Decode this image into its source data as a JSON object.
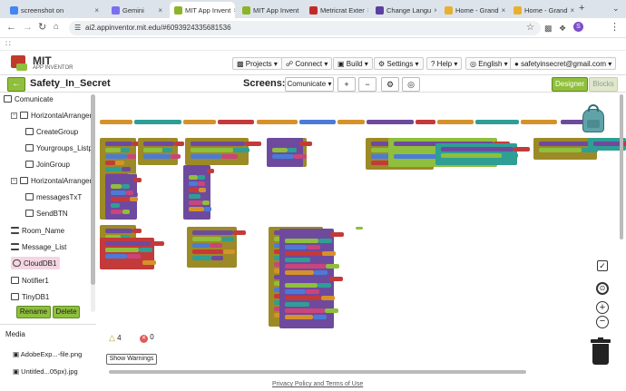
{
  "browser": {
    "tabs": [
      {
        "label": "screenshot on",
        "icon": "google-icon",
        "color": "#4285f4"
      },
      {
        "label": "Gemini",
        "icon": "gemini-icon",
        "color": "#7a6ff0"
      },
      {
        "label": "MIT App Invent",
        "icon": "mit-icon",
        "color": "#8bb42a"
      },
      {
        "label": "MIT App Invent",
        "icon": "mit-icon",
        "color": "#8bb42a"
      },
      {
        "label": "Metricrat Exter",
        "icon": "metricrat-icon",
        "color": "#c22a2a"
      },
      {
        "label": "Change Langu",
        "icon": "discourse-icon",
        "color": "#5b3fa0"
      },
      {
        "label": "Home - Grand",
        "icon": "home-icon",
        "color": "#e8b030"
      },
      {
        "label": "Home - Grand",
        "icon": "home-icon",
        "color": "#e8b030"
      }
    ],
    "url": "ai2.appinventor.mit.edu/#6093924335681536",
    "profile_initial": "S"
  },
  "header": {
    "logo_text": "MIT",
    "logo_sub": "APP INVENTOR",
    "menus": [
      "Projects",
      "Connect",
      "Build",
      "Settings",
      "Help",
      "English",
      "safetyinsecret@gmail.com"
    ]
  },
  "subheader": {
    "project_name": "Safety_In_Secret",
    "screens_label": "Screens:",
    "screen_selected": "Comunicate",
    "add_screen": "+",
    "remove_screen": "−",
    "designer": "Designer",
    "blocks": "Blocks"
  },
  "tree": [
    {
      "label": "Comunicate",
      "depth": 0,
      "icon": "screen-icon"
    },
    {
      "label": "HorizontalArrangem",
      "depth": 1,
      "icon": "horizontal-arrangement-icon",
      "toggle": "−"
    },
    {
      "label": "CreateGroup",
      "depth": 2,
      "icon": "button-icon"
    },
    {
      "label": "Yourgroups_Listpi",
      "depth": 2,
      "icon": "listpicker-icon"
    },
    {
      "label": "JoinGroup",
      "depth": 2,
      "icon": "button-icon"
    },
    {
      "label": "HorizontalArrangem",
      "depth": 1,
      "icon": "horizontal-arrangement-icon",
      "toggle": "−"
    },
    {
      "label": "messagesTxT",
      "depth": 2,
      "icon": "textbox-icon"
    },
    {
      "label": "SendBTN",
      "depth": 2,
      "icon": "button-icon"
    },
    {
      "label": "Room_Name",
      "depth": 1,
      "icon": "label-icon"
    },
    {
      "label": "Message_List",
      "depth": 1,
      "icon": "listview-icon"
    },
    {
      "label": "CloudDB1",
      "depth": 1,
      "icon": "cloud-icon",
      "selected": true
    },
    {
      "label": "Notifier1",
      "depth": 1,
      "icon": "notifier-icon"
    },
    {
      "label": "TinyDB1",
      "depth": 1,
      "icon": "tinydb-icon"
    }
  ],
  "tree_buttons": {
    "rename": "Rename",
    "delete": "Delete"
  },
  "media": {
    "title": "Media",
    "files": [
      "AdobeExp...-file.png",
      "Untitled...05px).jpg"
    ]
  },
  "warnings": {
    "warning_count": "4",
    "error_count": "0",
    "show_button": "Show Warnings"
  },
  "footer": {
    "link": "Privacy Policy and Terms of Use"
  },
  "colors": {
    "green": "#8fbf3c",
    "orange": "#d6922a",
    "purple": "#6e4a9e",
    "red": "#c43a3a",
    "blue": "#4b7bd6",
    "teal": "#2f9e94",
    "olive": "#9c8a26",
    "pink": "#c9457b"
  }
}
